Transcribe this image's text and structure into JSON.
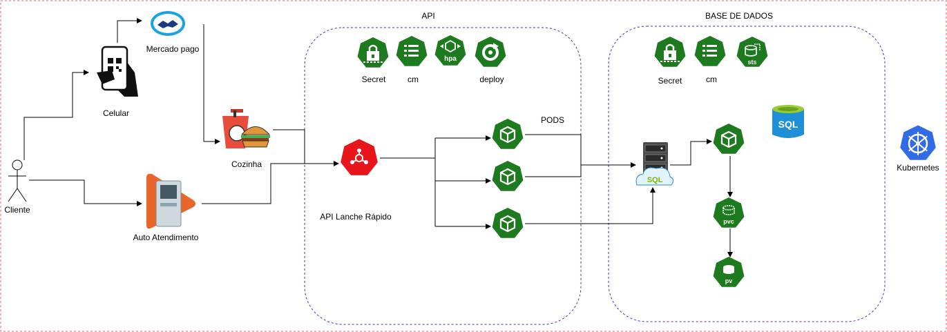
{
  "groups": {
    "api": "API",
    "database": "BASE DE DADOS"
  },
  "actors": {
    "client": "Cliente",
    "phone": "Celular",
    "payment": "Mercado pago",
    "kitchen": "Cozinha",
    "kiosk": "Auto Atendimento"
  },
  "api": {
    "secret": "Secret",
    "cm": "cm",
    "hpa_badge": "hpa",
    "deploy": "deploy",
    "service": "API Lanche Rápido",
    "pods": "PODS"
  },
  "database": {
    "secret": "Secret",
    "cm": "cm",
    "sts_badge": "sts",
    "sql_badge": "SQL",
    "sql_server_badge": "SQL",
    "pvc_badge": "pvc",
    "pv_badge": "pv"
  },
  "kubernetes": "Kubernetes",
  "colors": {
    "k8s_green": "#1e7a1e",
    "k8s_red": "#e8161b",
    "k8s_blue": "#326ce5",
    "group_border": "#3333cc",
    "frame_border": "#e06666",
    "kiosk_orange": "#e8662a",
    "sql_blue": "#1f8fd6"
  }
}
